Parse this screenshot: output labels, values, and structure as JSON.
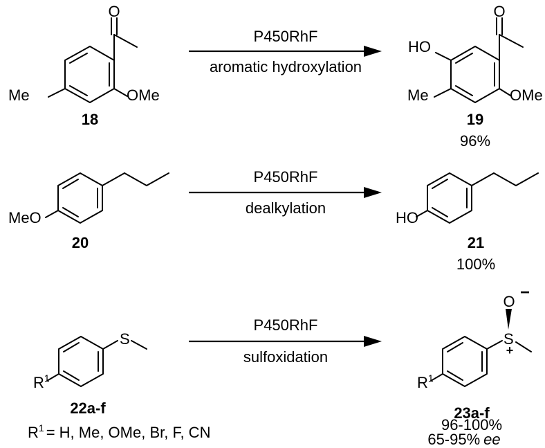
{
  "reactions": [
    {
      "reagent": "P450RhF",
      "condition": "aromatic hydroxylation",
      "substrate": {
        "number": "18",
        "atoms": {
          "ketone_o": "O",
          "methoxy": "OMe",
          "methyl": "Me"
        }
      },
      "product": {
        "number": "19",
        "yield": "96%",
        "atoms": {
          "ketone_o": "O",
          "hydroxy": "HO",
          "methoxy": "OMe",
          "methyl": "Me"
        }
      }
    },
    {
      "reagent": "P450RhF",
      "condition": "dealkylation",
      "substrate": {
        "number": "20",
        "atoms": {
          "methoxy": "MeO"
        }
      },
      "product": {
        "number": "21",
        "yield": "100%",
        "atoms": {
          "hydroxy": "HO"
        }
      }
    },
    {
      "reagent": "P450RhF",
      "condition": "sulfoxidation",
      "substrate": {
        "number": "22a-f",
        "atoms": {
          "sulfur": "S",
          "r_group": "R",
          "r_superscript": "1"
        }
      },
      "product": {
        "number": "23a-f",
        "yield": "96-100%",
        "ee_value": "65-95%",
        "ee_label": "ee",
        "atoms": {
          "sulfur": "S",
          "oxygen": "O",
          "minus": "−",
          "plus": "+",
          "r_group": "R",
          "r_superscript": "1"
        }
      },
      "r_definition": {
        "symbol": "R",
        "superscript": "1",
        "values": "= H, Me, OMe, Br, F, CN"
      }
    }
  ]
}
